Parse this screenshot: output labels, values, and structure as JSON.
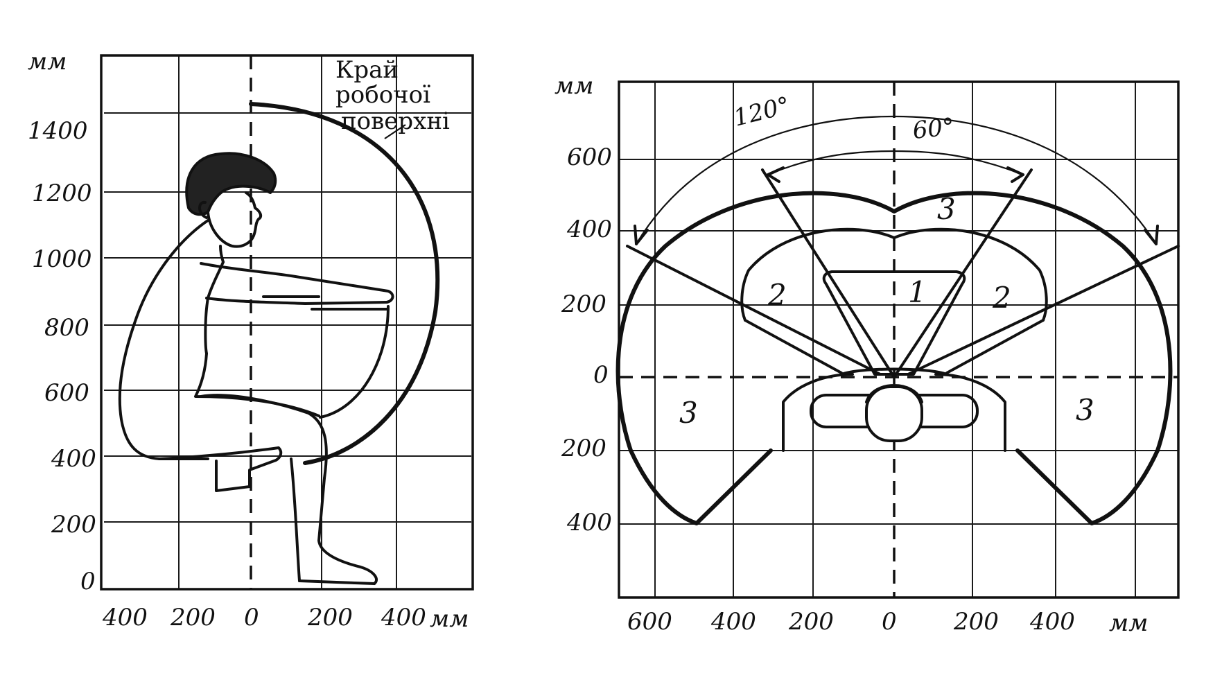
{
  "side_view": {
    "y_unit": "мм",
    "x_unit": "мм",
    "y_ticks": [
      "1400",
      "1200",
      "1000",
      "800",
      "600",
      "400",
      "200",
      "0"
    ],
    "x_ticks": [
      "400",
      "200",
      "0",
      "200",
      "400"
    ],
    "edge_label": [
      "Край",
      "робочої",
      "поверхні"
    ]
  },
  "top_view": {
    "y_unit": "мм",
    "x_unit": "мм",
    "y_ticks": [
      "600",
      "400",
      "200",
      "0",
      "200",
      "400"
    ],
    "x_ticks": [
      "600",
      "400",
      "200",
      "0",
      "200",
      "400"
    ],
    "angle_outer": "120°",
    "angle_inner": "60°",
    "zones": [
      "3",
      "2",
      "1",
      "2",
      "3",
      "3"
    ]
  }
}
